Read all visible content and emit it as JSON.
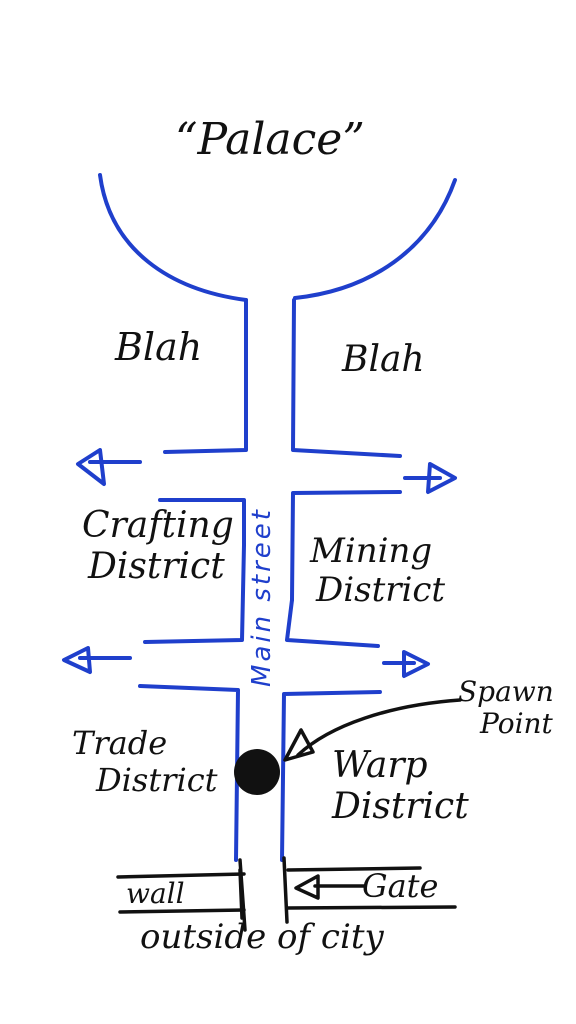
{
  "colors": {
    "road_ink": "#1f3fcc",
    "text_ink": "#111111"
  },
  "labels": {
    "palace": "“Palace”",
    "blah_left": "Blah",
    "blah_right": "Blah",
    "crafting": [
      "Crafting",
      "District"
    ],
    "mining": [
      "Mining",
      "District"
    ],
    "trade": [
      "Trade",
      "District"
    ],
    "warp": [
      "Warp",
      "District"
    ],
    "main_street": "Main street",
    "spawn_point": [
      "Spawn",
      "Point"
    ],
    "wall": "wall",
    "gate": "Gate",
    "outside": "outside of city"
  },
  "icons": {
    "spawn_marker": "filled-circle",
    "west_arrows": "arrow-left-icon",
    "east_arrows": "arrow-right-icon",
    "gate_pointer": "arrow-left-icon"
  }
}
